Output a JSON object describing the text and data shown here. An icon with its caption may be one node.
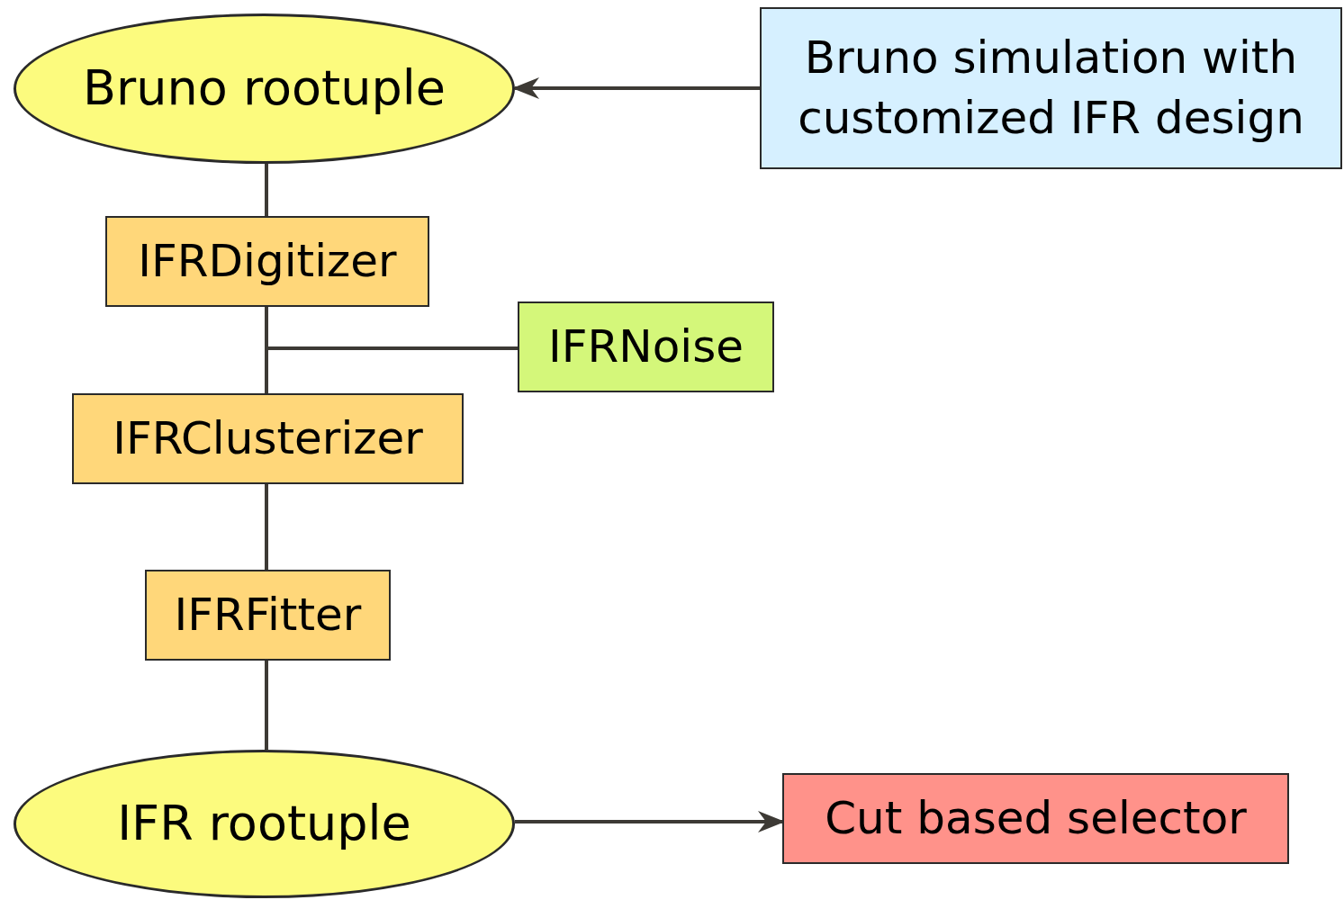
{
  "diagram": {
    "nodes": [
      {
        "text": [
          "Bruno rootuple"
        ]
      },
      {
        "text": [
          "Bruno simulation with customized IFR design"
        ]
      },
      {
        "text": [
          "IFRDigitizer"
        ]
      },
      {
        "text": [
          "IFRNoise"
        ]
      },
      {
        "text": [
          "IFRClusterizer"
        ]
      },
      {
        "text": [
          "IFRFitter"
        ]
      },
      {
        "text": [
          "IFR rootuple"
        ]
      },
      {
        "text": [
          "Cut based selector"
        ]
      }
    ],
    "edges": [
      {
        "from": 1,
        "to": 0,
        "arrow": "to"
      },
      {
        "from": 0,
        "to": 2,
        "arrow": "none"
      },
      {
        "from": 2,
        "to": 4,
        "arrow": "none"
      },
      {
        "from": 3,
        "to": 4,
        "arrow": "none"
      },
      {
        "from": 4,
        "to": 5,
        "arrow": "none"
      },
      {
        "from": 5,
        "to": 6,
        "arrow": "none"
      },
      {
        "from": 6,
        "to": 7,
        "arrow": "to"
      }
    ]
  }
}
